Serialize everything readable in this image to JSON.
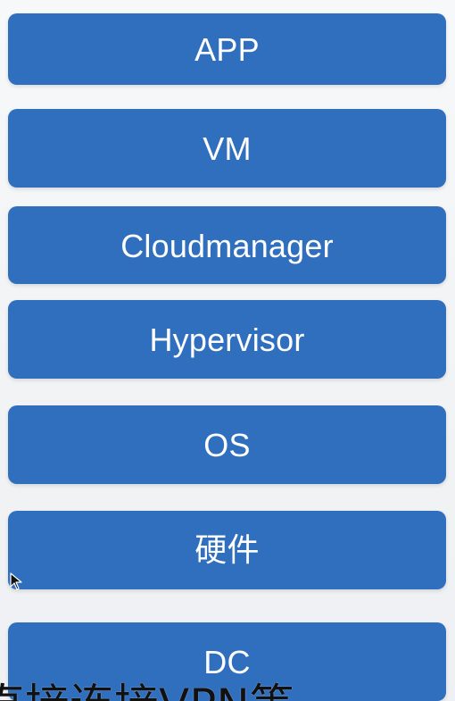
{
  "layers": {
    "app": "APP",
    "vm": "VM",
    "cloudmanager": "Cloudmanager",
    "hypervisor": "Hypervisor",
    "os": "OS",
    "hardware": "硬件",
    "dc": "DC"
  },
  "caption": "直接连接VPN等",
  "cursor_icon": "arrow-cursor-icon",
  "colors": {
    "layer_background": "#2f6fbe",
    "layer_text": "#ffffff",
    "page_background": "#f3f4f6"
  }
}
